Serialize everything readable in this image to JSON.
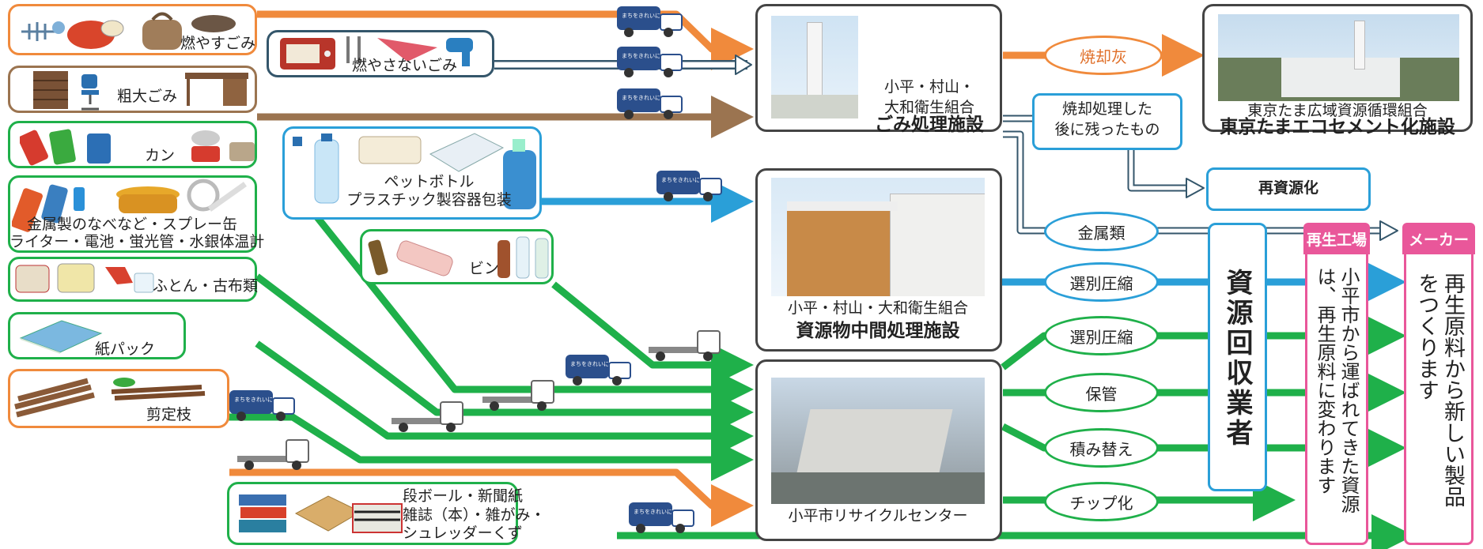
{
  "colors": {
    "orange": "#f08a3c",
    "brown": "#9b7450",
    "green": "#1fb04a",
    "blue": "#2a9fd8",
    "pink": "#e9579a",
    "navy": "#34566b"
  },
  "sources": {
    "burnable": "燃やすごみ",
    "non_burnable": "燃やさないごみ",
    "oversized": "粗大ごみ",
    "cans": "カン",
    "pet_plastic_1": "ペットボトル",
    "pet_plastic_2": "プラスチック製容器包装",
    "metal_1": "金属製のなべなど・スプレー缶",
    "metal_2": "ライター・電池・蛍光管・水銀体温計",
    "bottles": "ビン",
    "futon": "ふとん・古布類",
    "paper_pack": "紙パック",
    "pruning": "剪定枝",
    "paper_1": "段ボール・新聞紙",
    "paper_2": "雑誌（本）・雑がみ・",
    "paper_3": "シュレッダーくず"
  },
  "facilities": {
    "incinerator_1": "小平・村山・",
    "incinerator_2": "大和衛生組合",
    "incinerator_3": "ごみ処理施設",
    "intermediate_1": "小平・村山・大和衛生組合",
    "intermediate_2": "資源物中間処理施設",
    "recycle_center": "小平市リサイクルセンター",
    "ecocement_1": "東京たま広域資源循環組合",
    "ecocement_2": "東京たまエコセメント化施設"
  },
  "processes": {
    "ash": "焼却灰",
    "residue_1": "焼却処理した",
    "residue_2": "後に残ったもの",
    "recycle": "再資源化",
    "metals": "金属類",
    "compress_1": "選別圧縮",
    "compress_2": "選別圧縮",
    "storage": "保管",
    "transfer": "積み替え",
    "chip": "チップ化"
  },
  "collector": "資源回収業者",
  "factory": {
    "tag": "再生工場",
    "text": "小平市から運ばれてきた資源は、再生原料に変わります"
  },
  "maker": {
    "tag": "メーカー",
    "text": "再生原料から新しい製品をつくります"
  },
  "truck_text": "まちをきれいに"
}
